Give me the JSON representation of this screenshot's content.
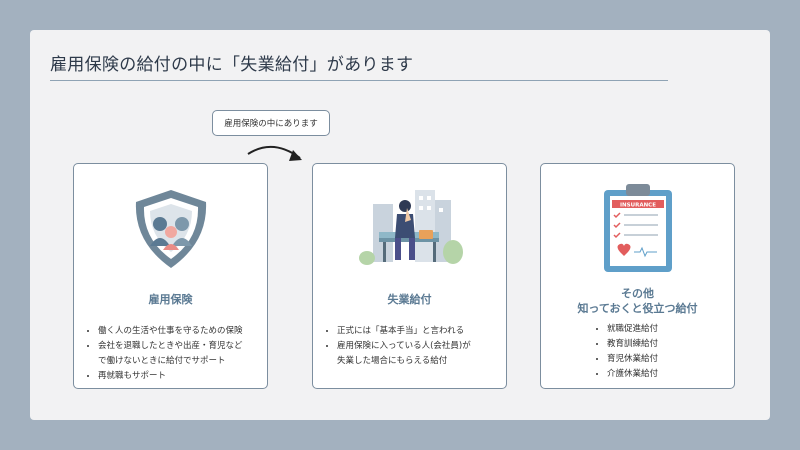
{
  "slide": {
    "title": "雇用保険の給付の中に「失業給付」があります",
    "callout": "雇用保険の中にあります"
  },
  "cards": [
    {
      "title": "雇用保険",
      "icon": "shield-family-icon",
      "bullets": [
        "働く人の生活や仕事を守るための保険",
        "会社を退職したときや出産・育児など",
        "で働けないときに給付でサポート",
        "再就職もサポート"
      ]
    },
    {
      "title": "失業給付",
      "icon": "unemployed-person-bench-icon",
      "bullets": [
        "正式には「基本手当」と言われる",
        "雇用保険に入っている人(会社員)が",
        "失業した場合にもらえる給付"
      ]
    },
    {
      "title_line1": "その他",
      "title_line2": "知っておくと役立つ給付",
      "icon": "insurance-clipboard-icon",
      "clipboard_label": "INSURANCE",
      "bullets": [
        "就職促進給付",
        "教育訓練給付",
        "育児休業給付",
        "介護休業給付"
      ]
    }
  ],
  "colors": {
    "background": "#a3b1bf",
    "slide": "#f2f2f3",
    "accent": "#5b7a93",
    "border": "#7c8e9f"
  }
}
